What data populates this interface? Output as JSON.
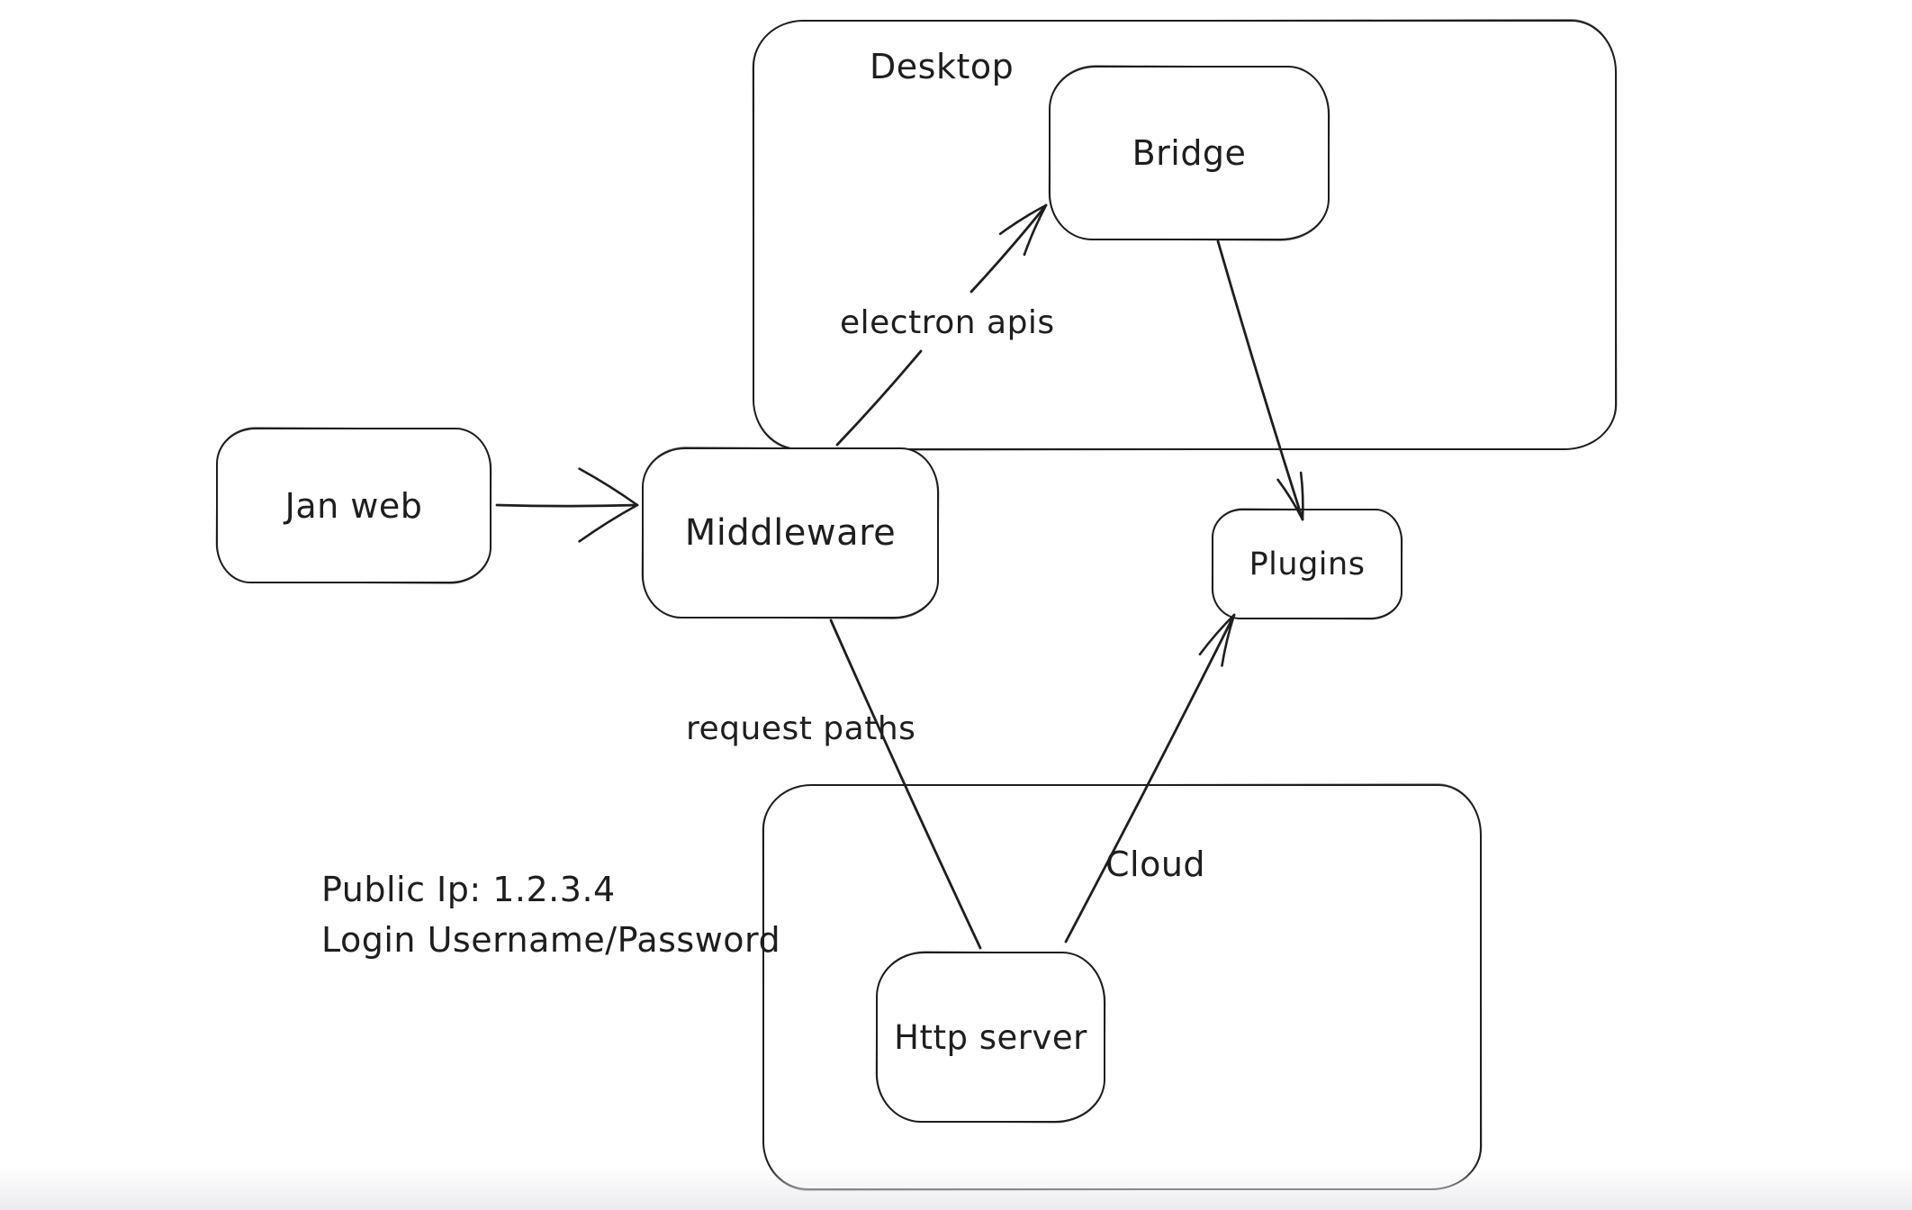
{
  "diagram": {
    "containers": {
      "desktop": {
        "label": "Desktop"
      },
      "cloud": {
        "label": "Cloud"
      }
    },
    "nodes": {
      "jan_web": {
        "label": "Jan web"
      },
      "middleware": {
        "label": "Middleware"
      },
      "bridge": {
        "label": "Bridge"
      },
      "plugins": {
        "label": "Plugins"
      },
      "http_server": {
        "label": "Http server"
      }
    },
    "edge_labels": {
      "electron_apis": "electron apis",
      "request_paths": "request paths"
    },
    "notes": {
      "public_ip": "Public Ip: 1.2.3.4",
      "login": "Login Username/Password"
    },
    "colors": {
      "stroke": "#1e1e1e",
      "background": "#ffffff"
    }
  }
}
